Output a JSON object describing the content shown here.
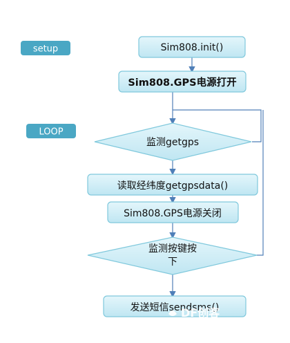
{
  "colors": {
    "box_fill_top": "#e4f6fb",
    "box_fill_bottom": "#bfe6f2",
    "box_stroke": "#7fc8dc",
    "badge_fill": "#4aa7c4",
    "connector": "#4f7fb8",
    "background": "#ffffff"
  },
  "labels": {
    "setup": "setup",
    "loop": "LOOP"
  },
  "nodes": {
    "init": "Sim808.init()",
    "gps_power_on": "Sim808.GPS电源打开",
    "detect_getgps": "监测getgps",
    "read_latlon": "读取经纬度getgpsdata()",
    "gps_power_off": "Sim808.GPS电源关闭",
    "detect_key_line1": "监测按键按",
    "detect_key_line2": "下",
    "send_sms": "发送短信sendsms()"
  },
  "watermark": {
    "text": "DF创客"
  }
}
